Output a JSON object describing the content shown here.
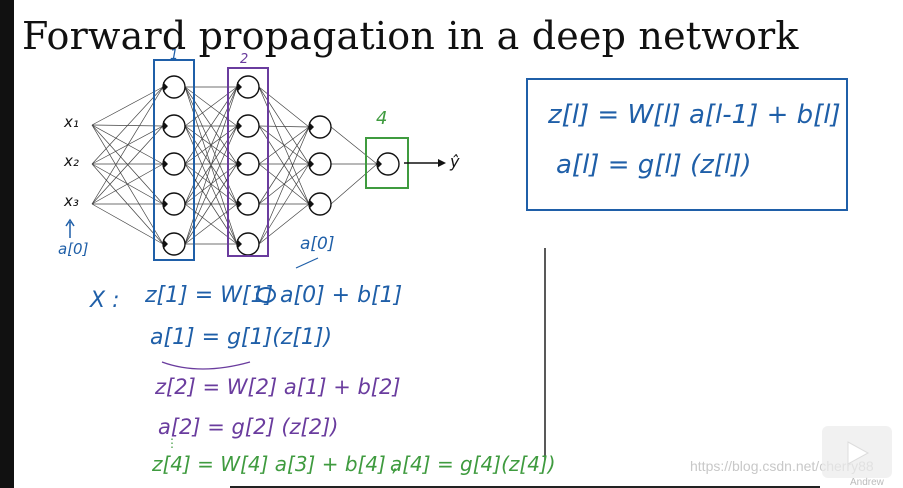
{
  "slide": {
    "title": "Forward propagation in a deep network",
    "inputs": [
      "x₁",
      "x₂",
      "x₃"
    ],
    "output_label": "ŷ",
    "input_activation": "a[0]",
    "layer_labels": [
      "1",
      "2",
      "4"
    ],
    "formula_box": {
      "line1": "z[l] = W[l] a[l-1] + b[l]",
      "line2": "a[l] = g[l] (z[l])"
    },
    "notes": {
      "x_label": "X :",
      "a0_label": "a[0]",
      "l1_z": "z[1] = W[1] a[0] + b[1]",
      "l1_a": "a[1] = g[1](z[1])",
      "l2_z": "z[2] = W[2] a[1] + b[2]",
      "l2_a": "a[2] = g[2] (z[2])",
      "dots": "⋮",
      "l4_z": "z[4] = W[4] a[3] + b[4] ,",
      "l4_a": "a[4] = g[4](z[4])"
    },
    "watermark": "https://blog.csdn.net/cherry88",
    "watermark_small": "Andrew"
  },
  "colors": {
    "blue": "#1f5fa8",
    "purple": "#6a3c9e",
    "green": "#3f9b3f",
    "ink": "#111111"
  },
  "icons": [
    "play-icon"
  ]
}
